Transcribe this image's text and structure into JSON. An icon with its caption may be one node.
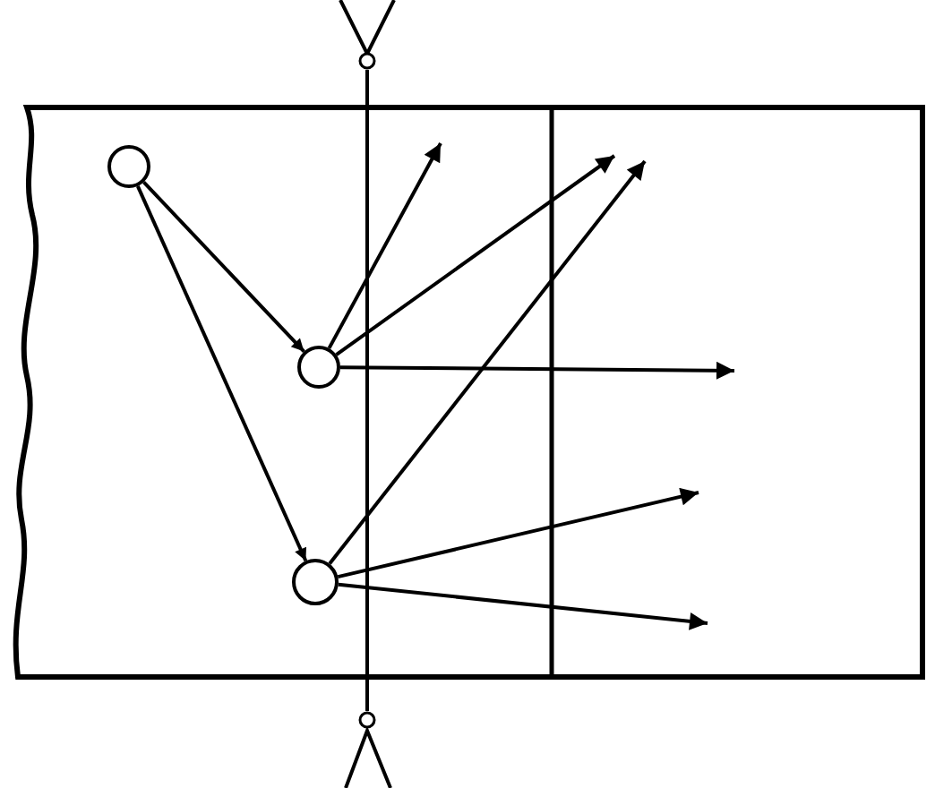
{
  "diagram": {
    "nodes": [
      {
        "text": [],
        "shape": "circle"
      },
      {
        "text": [],
        "shape": "circle"
      },
      {
        "text": [],
        "shape": "circle"
      },
      {
        "text": [],
        "shape": "circle"
      },
      {
        "text": [],
        "shape": "circle"
      }
    ],
    "edges": [
      {
        "from": 0,
        "to": 1,
        "arrow": "to"
      },
      {
        "from": 0,
        "to": 2,
        "arrow": "to"
      },
      {
        "from": 1,
        "to": null,
        "arrow": "to"
      },
      {
        "from": 1,
        "to": null,
        "arrow": "to"
      },
      {
        "from": 1,
        "to": null,
        "arrow": "to"
      },
      {
        "from": 2,
        "to": null,
        "arrow": "to"
      },
      {
        "from": 2,
        "to": null,
        "arrow": "to"
      },
      {
        "from": 2,
        "to": null,
        "arrow": "to"
      },
      {
        "from": 3,
        "to": 4,
        "arrow": "none"
      }
    ]
  }
}
